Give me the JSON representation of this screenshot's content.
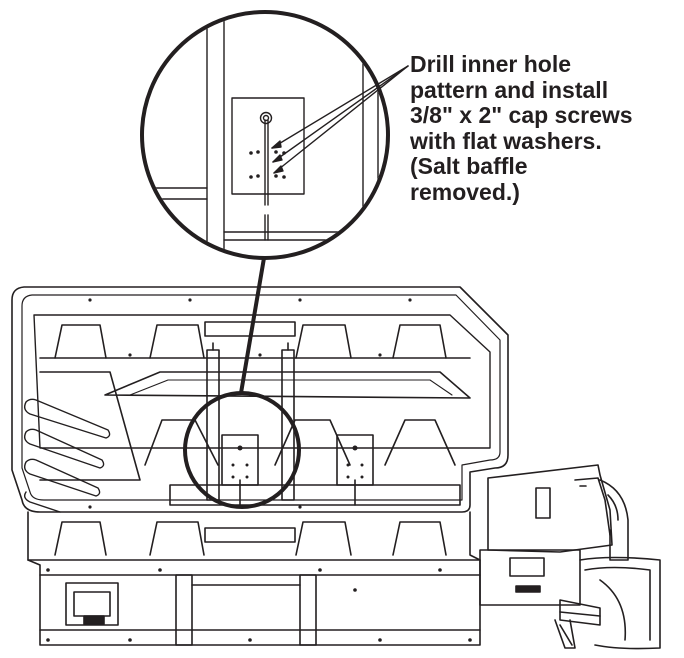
{
  "callout": {
    "lines": [
      "Drill inner hole",
      "pattern and install",
      "3/8\" x 2\" cap screws",
      "with flat washers.",
      "(Salt baffle",
      "removed.)"
    ]
  },
  "colors": {
    "line": "#231f20",
    "background": "#ffffff"
  }
}
